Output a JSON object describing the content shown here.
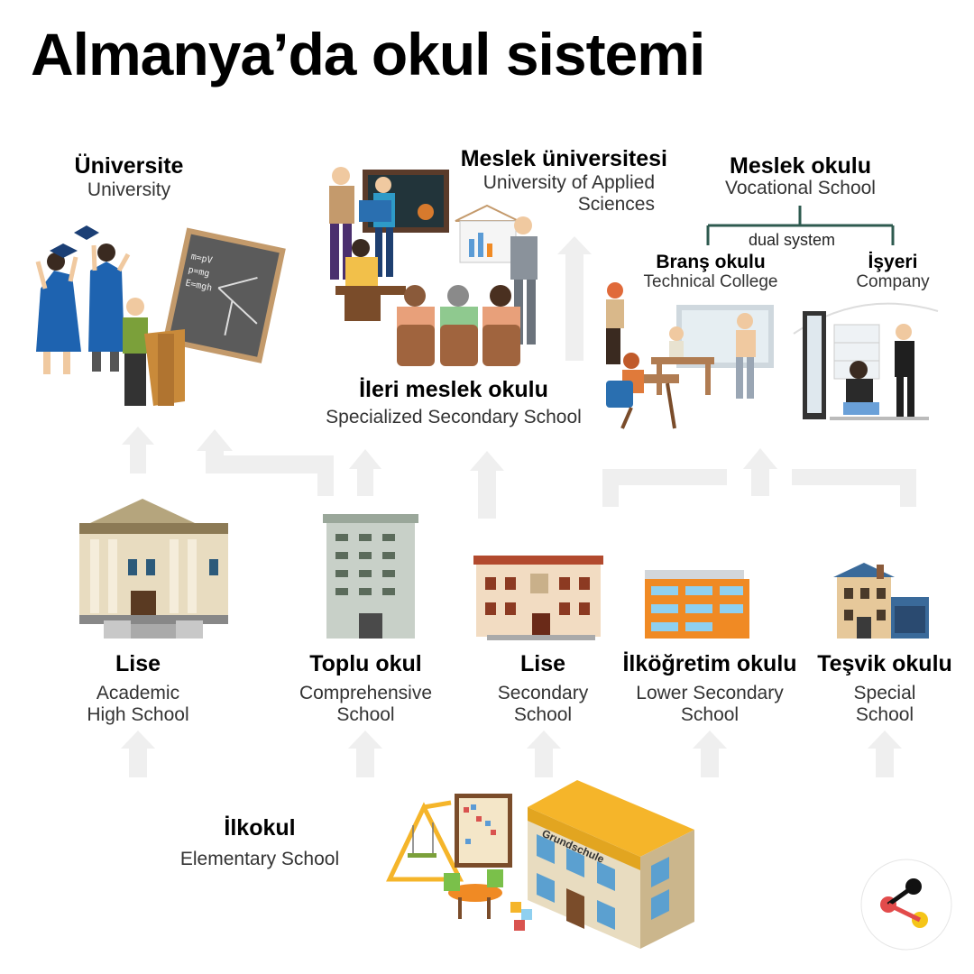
{
  "title": "Almanya’da okul sistemi",
  "colors": {
    "arrow": "#efefef",
    "dual_line": "#2e5a4f",
    "text": "#111111"
  },
  "top": {
    "universite": {
      "tr": "Üniversite",
      "en": "University"
    },
    "meslek_universitesi": {
      "tr": "Meslek üniversitesi",
      "en_line1": "University of Applied",
      "en_line2": "Sciences"
    },
    "meslek_okulu": {
      "tr": "Meslek okulu",
      "en": "Vocational School",
      "dual": "dual system"
    },
    "brans_okulu": {
      "tr": "Branş okulu",
      "en": "Technical College"
    },
    "isyeri": {
      "tr": "İşyeri",
      "en": "Company"
    },
    "ileri_meslek": {
      "tr": "İleri meslek okulu",
      "en": "Specialized Secondary School"
    }
  },
  "secondary": [
    {
      "tr": "Lise",
      "en1": "Academic",
      "en2": "High School"
    },
    {
      "tr": "Toplu okul",
      "en1": "Comprehensive",
      "en2": "School"
    },
    {
      "tr": "Lise",
      "en1": "Secondary",
      "en2": "School"
    },
    {
      "tr": "İlköğretim okulu",
      "en1": "Lower Secondary",
      "en2": "School"
    },
    {
      "tr": "Teşvik okulu",
      "en1": "Special",
      "en2": "School"
    }
  ],
  "elementary": {
    "tr": "İlkokul",
    "en": "Elementary School",
    "sign": "Grundschule"
  },
  "board_formulas": [
    "m=pV",
    "p=mg",
    "E=mgh"
  ]
}
